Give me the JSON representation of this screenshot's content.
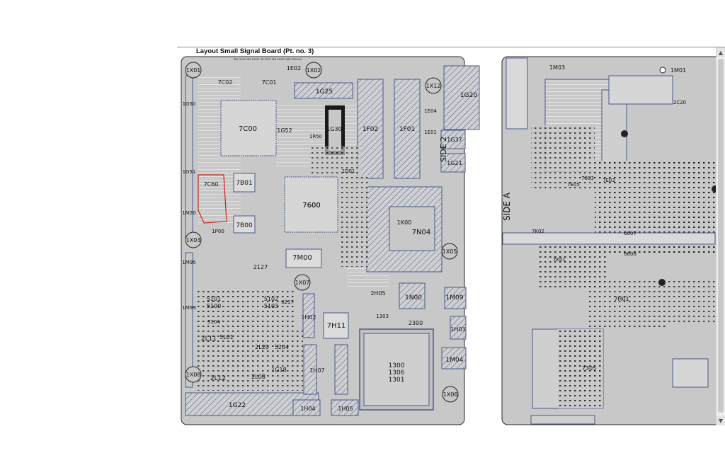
{
  "document": {
    "title": "Layout Small Signal Board (Pt. no. 3)",
    "header_fine_print": "PHL 3139 163 02351 28 3139 163 02352 (9E) 82044.0"
  },
  "board_left": {
    "components_large": [
      {
        "id": "7C00"
      },
      {
        "id": "7600"
      },
      {
        "id": "7N04"
      },
      {
        "id": "7M00"
      },
      {
        "id": "7H11"
      },
      {
        "id": "1300"
      },
      {
        "id": "1306"
      },
      {
        "id": "1301"
      }
    ],
    "hatched_connectors": [
      {
        "id": "1G25"
      },
      {
        "id": "1F02"
      },
      {
        "id": "1F01"
      },
      {
        "id": "1G20"
      },
      {
        "id": "1G22"
      },
      {
        "id": "1H04"
      },
      {
        "id": "1H05"
      },
      {
        "id": "1N00"
      },
      {
        "id": "1M09"
      },
      {
        "id": "1M04"
      },
      {
        "id": "1H03"
      },
      {
        "id": "1G37"
      },
      {
        "id": "1G21"
      },
      {
        "id": "1K00"
      }
    ],
    "mount_holes": [
      "1X01",
      "1X02",
      "1X12",
      "1X03",
      "1X05",
      "1X07",
      "1X08",
      "1X06"
    ],
    "small_labels": [
      "1E02",
      "7C02",
      "7C01",
      "1G50",
      "1G52",
      "1G51",
      "1R50",
      "1G30",
      "1E04",
      "1E01",
      "7B01",
      "7B00",
      "7C60",
      "7600",
      "1P00",
      "1M20",
      "1M95",
      "1M99",
      "2127",
      "5100",
      "5101",
      "5102",
      "5103",
      "6217",
      "5104",
      "2H05",
      "2300",
      "1303",
      "2L11",
      "5L01",
      "2L20",
      "5204",
      "2L12",
      "2L08",
      "1G18",
      "1H02",
      "1H07",
      "1D01"
    ],
    "silk_text": "SIDE 2",
    "highlighted": "7C60"
  },
  "board_right": {
    "small_labels": [
      "1M03",
      "1M01",
      "2C20",
      "7H01",
      "7K02",
      "7K01",
      "7603",
      "7E05",
      "7E03",
      "6607",
      "6608",
      "7305"
    ],
    "silk_text": "SIDE A"
  },
  "colors": {
    "board_fill": "#c8c8c8",
    "trace": "#e6e6e6",
    "outline": "#4a5a8a",
    "highlight": "#d02020"
  }
}
